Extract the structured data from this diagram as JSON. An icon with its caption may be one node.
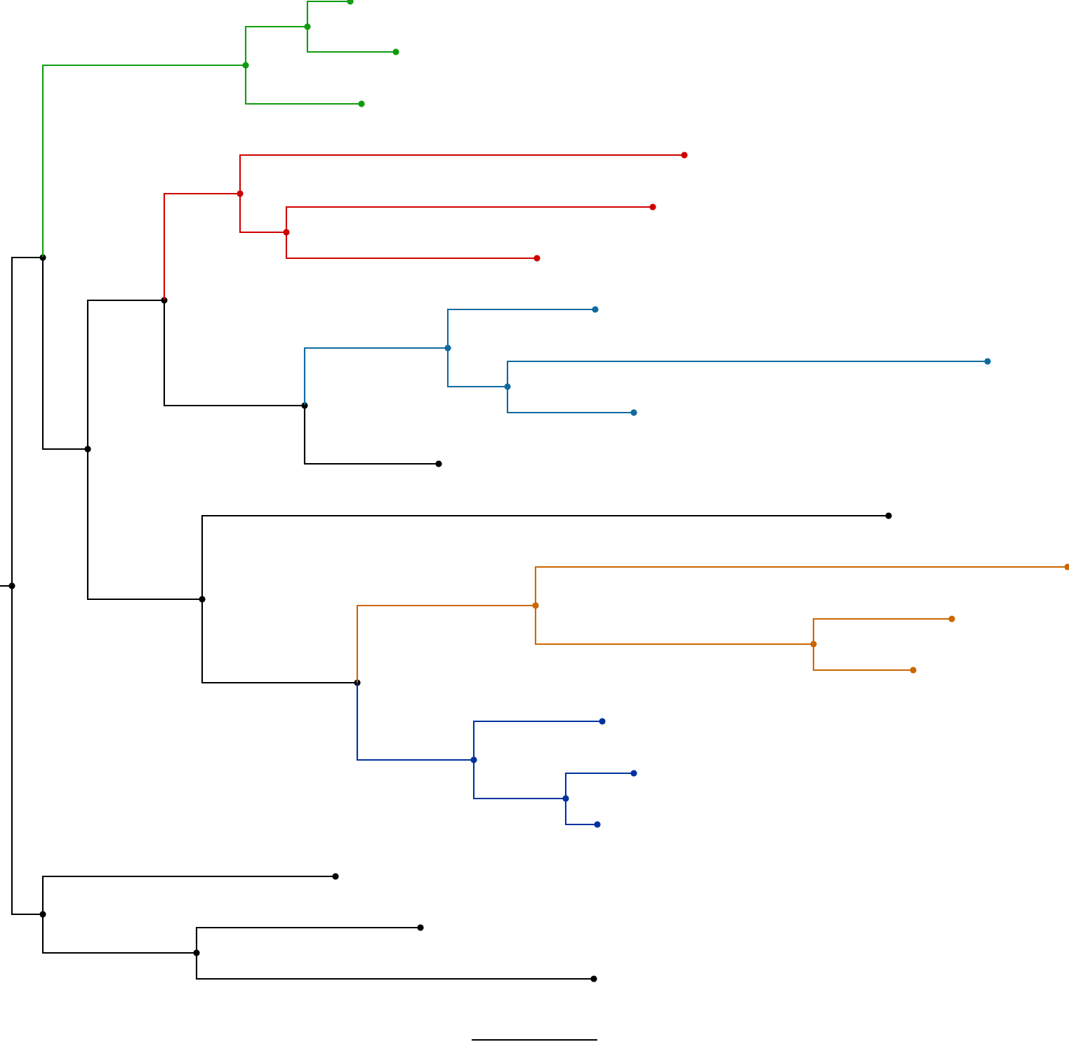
{
  "diagram": {
    "nodes": [
      {
        "text": [],
        "shape": "point"
      },
      {
        "text": [],
        "shape": "point"
      },
      {
        "text": [],
        "shape": "point"
      },
      {
        "text": [],
        "shape": "point"
      },
      {
        "text": [],
        "shape": "point"
      },
      {
        "text": [],
        "shape": "point"
      },
      {
        "text": [],
        "shape": "point"
      },
      {
        "text": [],
        "shape": "point"
      },
      {
        "text": [],
        "shape": "point"
      },
      {
        "text": [],
        "shape": "point"
      },
      {
        "text": [],
        "shape": "point"
      },
      {
        "text": [],
        "shape": "point"
      },
      {
        "text": [],
        "shape": "point"
      },
      {
        "text": [],
        "shape": "point"
      },
      {
        "text": [],
        "shape": "point"
      },
      {
        "text": [],
        "shape": "point"
      },
      {
        "text": [],
        "shape": "point"
      },
      {
        "text": [],
        "shape": "point"
      },
      {
        "text": [],
        "shape": "point"
      },
      {
        "text": [],
        "shape": "point"
      },
      {
        "text": [],
        "shape": "point"
      },
      {
        "text": [],
        "shape": "point"
      },
      {
        "text": [],
        "shape": "point"
      },
      {
        "text": [],
        "shape": "point"
      },
      {
        "text": [],
        "shape": "point"
      },
      {
        "text": [],
        "shape": "point"
      },
      {
        "text": [],
        "shape": "point"
      },
      {
        "text": [],
        "shape": "point"
      },
      {
        "text": [],
        "shape": "point"
      },
      {
        "text": [],
        "shape": "point"
      },
      {
        "text": [],
        "shape": "point"
      },
      {
        "text": [],
        "shape": "point"
      },
      {
        "text": [],
        "shape": "point"
      },
      {
        "text": [],
        "shape": "point"
      },
      {
        "text": [],
        "shape": "point"
      },
      {
        "text": [],
        "shape": "point"
      },
      {
        "text": [],
        "shape": "point"
      },
      {
        "text": [],
        "shape": "point"
      },
      {
        "text": [],
        "shape": "point"
      }
    ],
    "edges": [
      {
        "from": null,
        "to": 0,
        "arrow": "none"
      },
      {
        "from": 0,
        "to": 1,
        "arrow": "none"
      },
      {
        "from": 0,
        "to": 34,
        "arrow": "none"
      },
      {
        "from": 1,
        "to": 2,
        "arrow": "none",
        "color": "#109c10"
      },
      {
        "from": 1,
        "to": 7,
        "arrow": "none"
      },
      {
        "from": 2,
        "to": 3,
        "arrow": "none",
        "color": "#109c10"
      },
      {
        "from": 2,
        "to": 6,
        "arrow": "none",
        "color": "#109c10"
      },
      {
        "from": 3,
        "to": 4,
        "arrow": "none",
        "color": "#109c10"
      },
      {
        "from": 3,
        "to": 5,
        "arrow": "none",
        "color": "#109c10"
      },
      {
        "from": 7,
        "to": 8,
        "arrow": "none"
      },
      {
        "from": 7,
        "to": 21,
        "arrow": "none"
      },
      {
        "from": 8,
        "to": 9,
        "arrow": "none",
        "color": "#d00000"
      },
      {
        "from": 8,
        "to": 14,
        "arrow": "none"
      },
      {
        "from": 9,
        "to": 10,
        "arrow": "none",
        "color": "#d00000"
      },
      {
        "from": 9,
        "to": 11,
        "arrow": "none",
        "color": "#d00000"
      },
      {
        "from": 11,
        "to": 12,
        "arrow": "none",
        "color": "#d00000"
      },
      {
        "from": 11,
        "to": 13,
        "arrow": "none",
        "color": "#d00000"
      },
      {
        "from": 14,
        "to": 15,
        "arrow": "none",
        "color": "#0f6aa0"
      },
      {
        "from": 14,
        "to": 20,
        "arrow": "none"
      },
      {
        "from": 15,
        "to": 16,
        "arrow": "none",
        "color": "#0f6aa0"
      },
      {
        "from": 15,
        "to": 17,
        "arrow": "none",
        "color": "#0f6aa0"
      },
      {
        "from": 17,
        "to": 18,
        "arrow": "none",
        "color": "#0f6aa0"
      },
      {
        "from": 17,
        "to": 19,
        "arrow": "none",
        "color": "#0f6aa0"
      },
      {
        "from": 21,
        "to": 22,
        "arrow": "none"
      },
      {
        "from": 21,
        "to": 23,
        "arrow": "none"
      },
      {
        "from": 23,
        "to": 24,
        "arrow": "none",
        "color": "#cc6600"
      },
      {
        "from": 23,
        "to": 29,
        "arrow": "none",
        "color": "#0033a0"
      },
      {
        "from": 24,
        "to": 25,
        "arrow": "none",
        "color": "#cc6600"
      },
      {
        "from": 24,
        "to": 26,
        "arrow": "none",
        "color": "#cc6600"
      },
      {
        "from": 26,
        "to": 27,
        "arrow": "none",
        "color": "#cc6600"
      },
      {
        "from": 26,
        "to": 28,
        "arrow": "none",
        "color": "#cc6600"
      },
      {
        "from": 29,
        "to": 30,
        "arrow": "none",
        "color": "#0033a0"
      },
      {
        "from": 29,
        "to": 31,
        "arrow": "none",
        "color": "#0033a0"
      },
      {
        "from": 31,
        "to": 32,
        "arrow": "none",
        "color": "#0033a0"
      },
      {
        "from": 31,
        "to": 33,
        "arrow": "none",
        "color": "#0033a0"
      },
      {
        "from": 34,
        "to": 35,
        "arrow": "none"
      },
      {
        "from": 34,
        "to": 36,
        "arrow": "none"
      },
      {
        "from": 36,
        "to": 37,
        "arrow": "none"
      },
      {
        "from": 36,
        "to": 38,
        "arrow": "none"
      }
    ]
  }
}
